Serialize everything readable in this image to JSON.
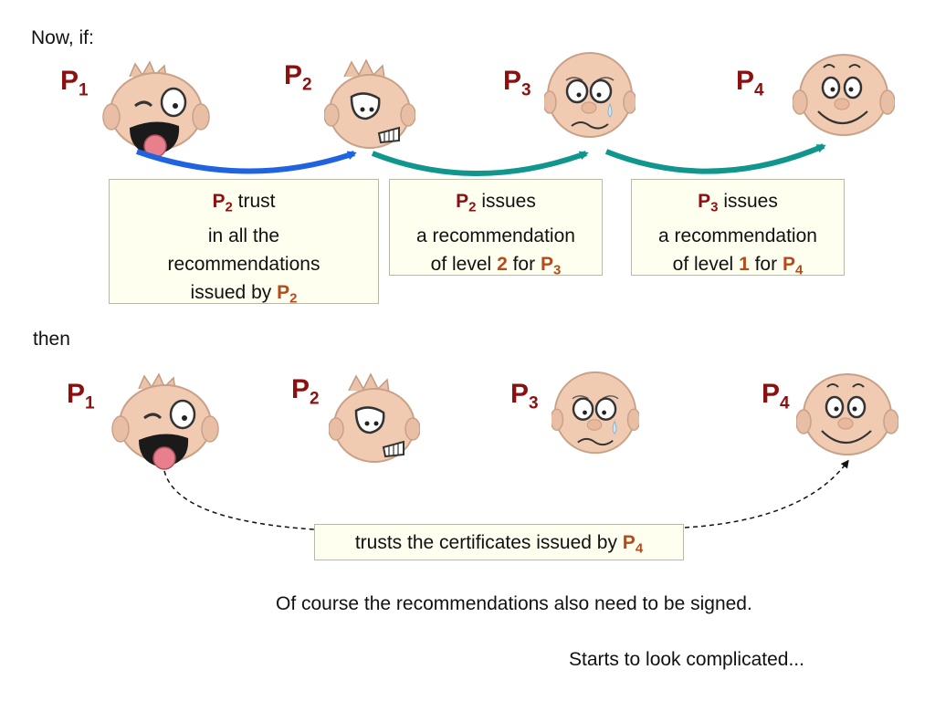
{
  "intro": "Now, if:",
  "then_label": "then",
  "p": {
    "p1": "P",
    "p2": "P",
    "p3": "P",
    "p4": "P",
    "s1": "1",
    "s2": "2",
    "s3": "3",
    "s4": "4"
  },
  "box1": {
    "pre": "trust",
    "line2": "in all the",
    "line3": "recommendations",
    "line4": "issued by"
  },
  "box2": {
    "pre": "issues",
    "line2": "a recommendation",
    "line3a": "of level",
    "level": "2",
    "line3b": "for"
  },
  "box3": {
    "pre": "issues",
    "line2": "a recommendation",
    "line3a": "of level",
    "level": "1",
    "line3b": "for"
  },
  "box4": {
    "text": "trusts the certificates issued by"
  },
  "note1": "Of course the recommendations also need to be signed.",
  "note2": "Starts to look complicated...",
  "colors": {
    "p_label": "#8b1111",
    "highlight": "#b64a1a",
    "arrow_blue": "#1f63e0",
    "arrow_teal": "#11968e",
    "box_bg": "#fffff0"
  },
  "icons": {
    "face1": "laughing-face-icon",
    "face2": "grimacing-face-icon",
    "face3": "worried-face-icon",
    "face4": "smiling-face-icon"
  }
}
